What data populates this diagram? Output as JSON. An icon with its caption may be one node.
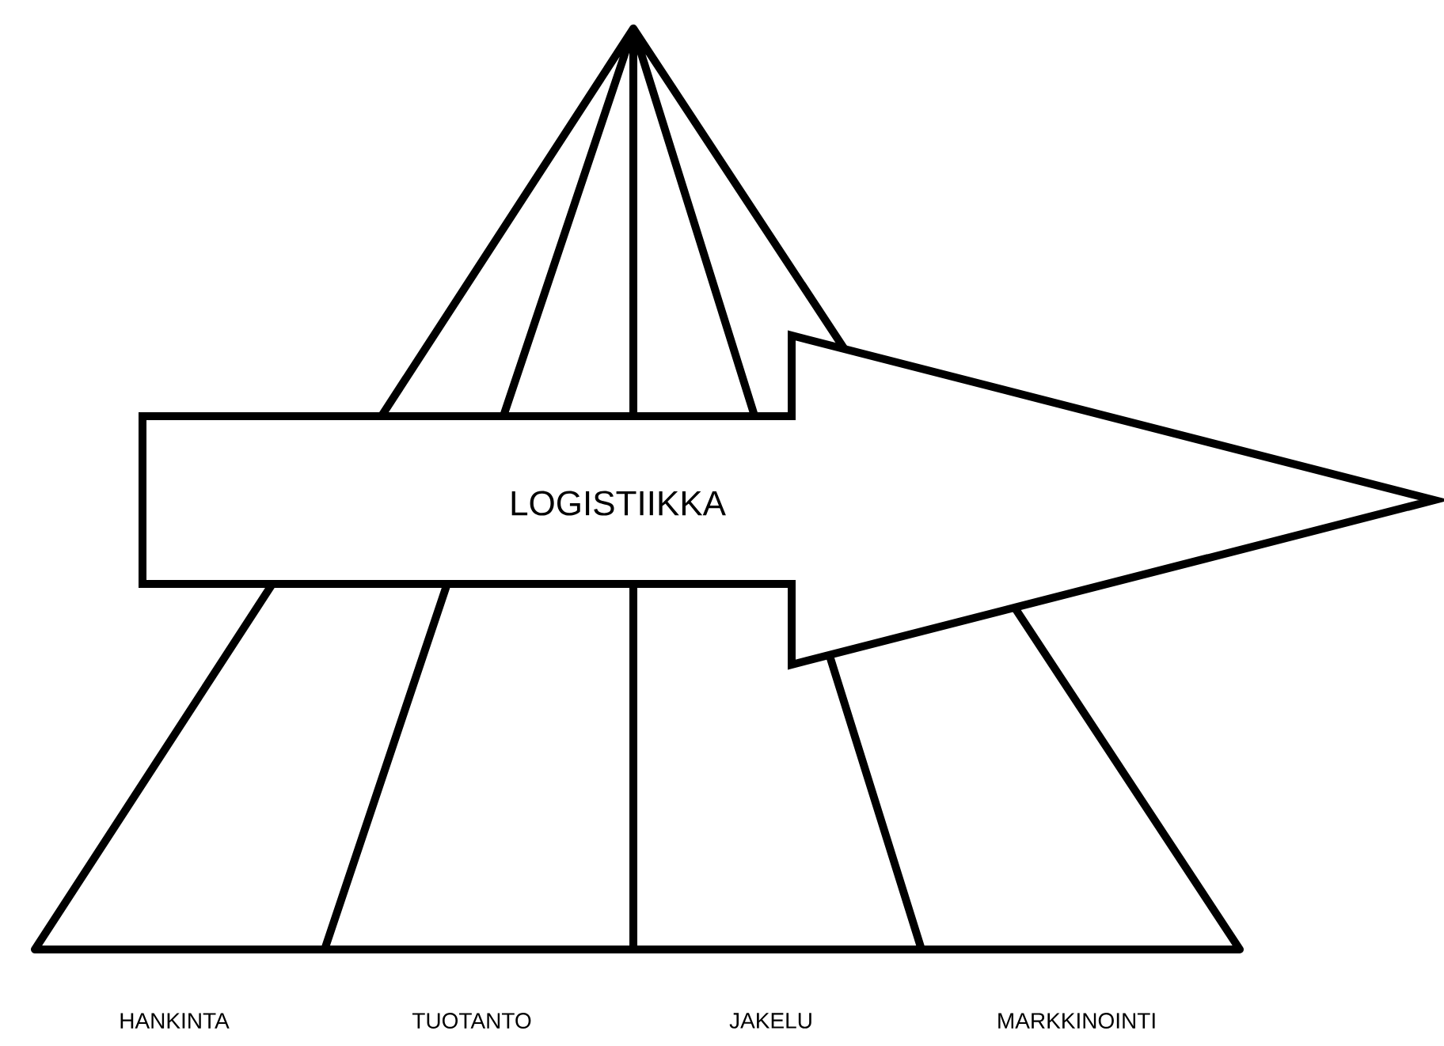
{
  "diagram": {
    "nodes": [
      {
        "text": [
          "LOGISTIIKKA"
        ]
      }
    ],
    "labels": [
      "HANKINTA",
      "TUOTANTO",
      "JAKELU",
      "MARKKINOINTI"
    ]
  }
}
